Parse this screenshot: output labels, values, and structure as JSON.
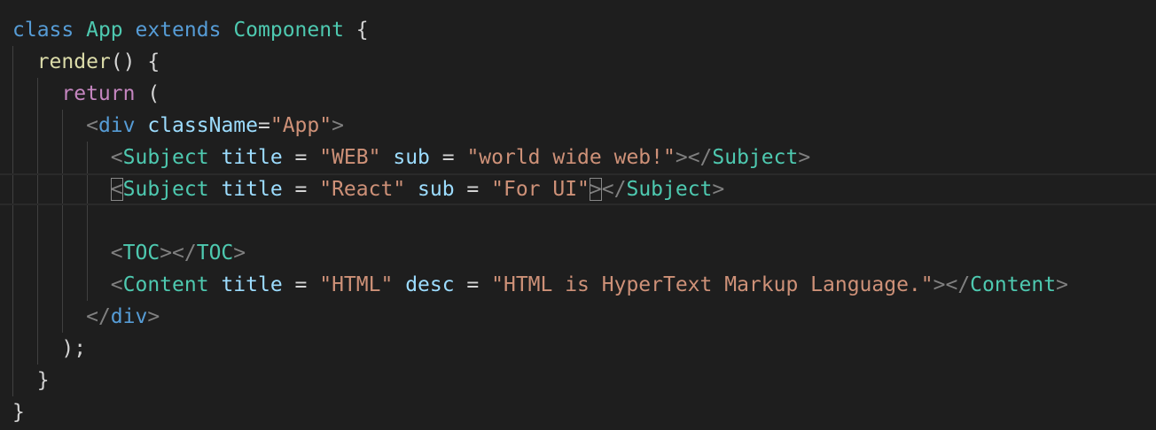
{
  "editor": {
    "lines": [
      {
        "tokens": [
          {
            "t": "class",
            "c": "kw-blue"
          },
          {
            "t": " ",
            "c": "punc"
          },
          {
            "t": "App",
            "c": "type"
          },
          {
            "t": " ",
            "c": "punc"
          },
          {
            "t": "extends",
            "c": "kw-blue"
          },
          {
            "t": " ",
            "c": "punc"
          },
          {
            "t": "Component",
            "c": "type"
          },
          {
            "t": " {",
            "c": "punc"
          }
        ]
      },
      {
        "tokens": [
          {
            "t": "  ",
            "c": "punc"
          },
          {
            "t": "render",
            "c": "fn"
          },
          {
            "t": "() {",
            "c": "punc"
          }
        ]
      },
      {
        "tokens": [
          {
            "t": "    ",
            "c": "punc"
          },
          {
            "t": "return",
            "c": "kw-purple"
          },
          {
            "t": " (",
            "c": "punc"
          }
        ]
      },
      {
        "tokens": [
          {
            "t": "      ",
            "c": "punc"
          },
          {
            "t": "<",
            "c": "tagp"
          },
          {
            "t": "div",
            "c": "kw-blue"
          },
          {
            "t": " ",
            "c": "punc"
          },
          {
            "t": "className",
            "c": "attr"
          },
          {
            "t": "=",
            "c": "punc"
          },
          {
            "t": "\"App\"",
            "c": "str"
          },
          {
            "t": ">",
            "c": "tagp"
          }
        ]
      },
      {
        "tokens": [
          {
            "t": "        ",
            "c": "punc"
          },
          {
            "t": "<",
            "c": "tagp"
          },
          {
            "t": "Subject",
            "c": "type"
          },
          {
            "t": " ",
            "c": "punc"
          },
          {
            "t": "title",
            "c": "attr"
          },
          {
            "t": " = ",
            "c": "punc"
          },
          {
            "t": "\"WEB\"",
            "c": "str"
          },
          {
            "t": " ",
            "c": "punc"
          },
          {
            "t": "sub",
            "c": "attr"
          },
          {
            "t": " = ",
            "c": "punc"
          },
          {
            "t": "\"world wide web!\"",
            "c": "str"
          },
          {
            "t": "></",
            "c": "tagp"
          },
          {
            "t": "Subject",
            "c": "type"
          },
          {
            "t": ">",
            "c": "tagp"
          }
        ]
      },
      {
        "current": true,
        "tokens": [
          {
            "t": "        ",
            "c": "punc"
          },
          {
            "t": "<",
            "c": "tagp",
            "match": true
          },
          {
            "t": "Subject",
            "c": "type"
          },
          {
            "t": " ",
            "c": "punc"
          },
          {
            "t": "title",
            "c": "attr"
          },
          {
            "t": " = ",
            "c": "punc"
          },
          {
            "t": "\"React\"",
            "c": "str"
          },
          {
            "t": " ",
            "c": "punc"
          },
          {
            "t": "sub",
            "c": "attr"
          },
          {
            "t": " = ",
            "c": "punc"
          },
          {
            "t": "\"For UI\"",
            "c": "str"
          },
          {
            "t": ">",
            "c": "tagp",
            "match": true
          },
          {
            "t": "</",
            "c": "tagp"
          },
          {
            "t": "Subject",
            "c": "type"
          },
          {
            "t": ">",
            "c": "tagp"
          }
        ]
      },
      {
        "tokens": []
      },
      {
        "tokens": [
          {
            "t": "        ",
            "c": "punc"
          },
          {
            "t": "<",
            "c": "tagp"
          },
          {
            "t": "TOC",
            "c": "type"
          },
          {
            "t": "></",
            "c": "tagp"
          },
          {
            "t": "TOC",
            "c": "type"
          },
          {
            "t": ">",
            "c": "tagp"
          }
        ]
      },
      {
        "tokens": [
          {
            "t": "        ",
            "c": "punc"
          },
          {
            "t": "<",
            "c": "tagp"
          },
          {
            "t": "Content",
            "c": "type"
          },
          {
            "t": " ",
            "c": "punc"
          },
          {
            "t": "title",
            "c": "attr"
          },
          {
            "t": " = ",
            "c": "punc"
          },
          {
            "t": "\"HTML\"",
            "c": "str"
          },
          {
            "t": " ",
            "c": "punc"
          },
          {
            "t": "desc",
            "c": "attr"
          },
          {
            "t": " = ",
            "c": "punc"
          },
          {
            "t": "\"HTML is HyperText Markup Language.\"",
            "c": "str"
          },
          {
            "t": "></",
            "c": "tagp"
          },
          {
            "t": "Content",
            "c": "type"
          },
          {
            "t": ">",
            "c": "tagp"
          }
        ]
      },
      {
        "tokens": [
          {
            "t": "      ",
            "c": "punc"
          },
          {
            "t": "</",
            "c": "tagp"
          },
          {
            "t": "div",
            "c": "kw-blue"
          },
          {
            "t": ">",
            "c": "tagp"
          }
        ]
      },
      {
        "tokens": [
          {
            "t": "    ",
            "c": "punc"
          },
          {
            "t": ");",
            "c": "punc"
          }
        ]
      },
      {
        "tokens": [
          {
            "t": "  ",
            "c": "punc"
          },
          {
            "t": "}",
            "c": "punc"
          }
        ]
      },
      {
        "tokens": [
          {
            "t": "}",
            "c": "punc"
          }
        ]
      }
    ],
    "colors": {
      "background": "#1e1e1e",
      "keyword": "#569cd6",
      "control": "#c586c0",
      "type": "#4ec9b0",
      "function": "#dcdcaa",
      "attribute": "#9cdcfe",
      "string": "#ce9178",
      "tag_punctuation": "#808080"
    }
  }
}
